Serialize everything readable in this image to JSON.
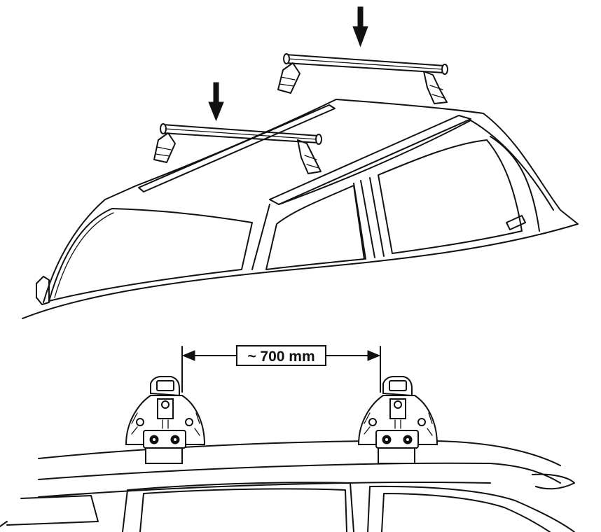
{
  "top_view": {
    "arrow_count": 2,
    "crossbar_count": 2
  },
  "side_view": {
    "spacing_label": "~ 700 mm",
    "foot_count": 2
  },
  "colors": {
    "line": "#111111",
    "background": "#ffffff"
  }
}
